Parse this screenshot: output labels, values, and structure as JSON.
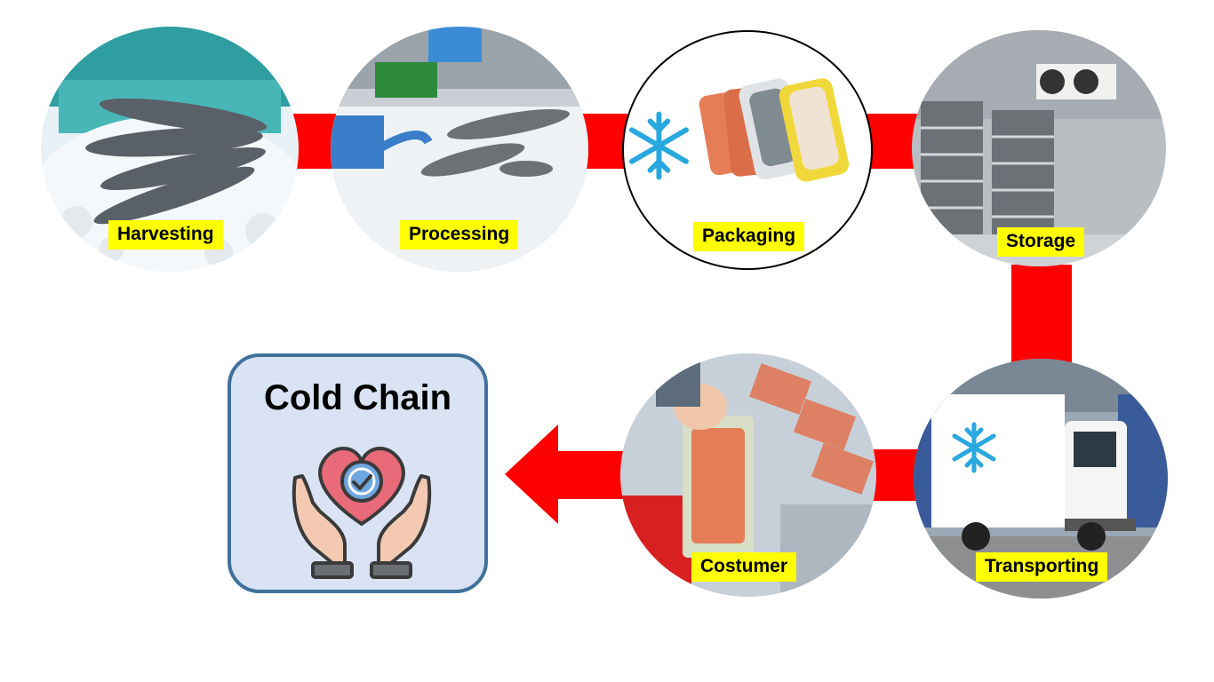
{
  "stages": {
    "harvesting": {
      "label": "Harvesting"
    },
    "processing": {
      "label": "Processing"
    },
    "packaging": {
      "label": "Packaging"
    },
    "storage": {
      "label": "Storage"
    },
    "transporting": {
      "label": "Transporting"
    },
    "costumer": {
      "label": "Costumer"
    }
  },
  "cold_chain": {
    "title": "Cold Chain",
    "icon": "hands-heart-check-icon"
  },
  "colors": {
    "connector": "#ff0000",
    "label_bg": "#ffff00",
    "box_fill": "#dae3f3",
    "box_border": "#41719c",
    "snowflake": "#29a8e0"
  }
}
